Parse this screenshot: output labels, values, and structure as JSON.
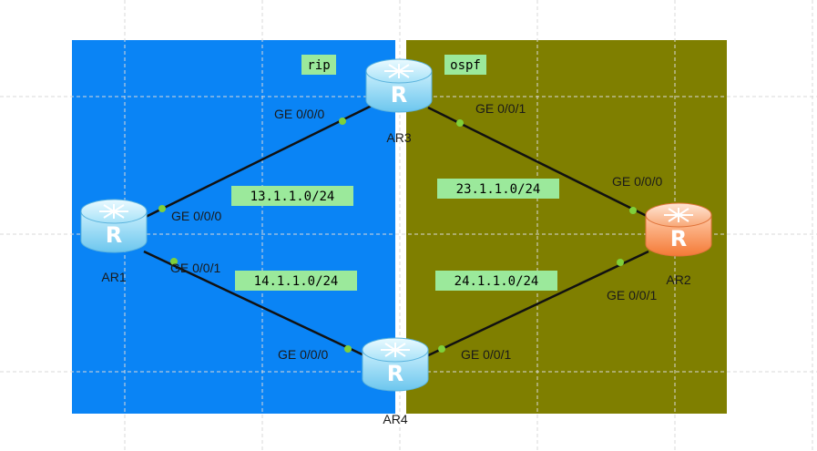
{
  "colors": {
    "rip_area": "#0a84f5",
    "ospf_area": "#7f7f00",
    "label_bg": "#9be99b",
    "router_blue": "#8fd6f5",
    "router_orange": "#f5894a",
    "port_dot": "#7fd03a",
    "link": "#111111"
  },
  "areas": {
    "rip": "rip",
    "ospf": "ospf"
  },
  "routers": {
    "ar1": {
      "name": "AR1",
      "icon": "router-icon"
    },
    "ar2": {
      "name": "AR2",
      "icon": "router-icon"
    },
    "ar3": {
      "name": "AR3",
      "icon": "router-icon"
    },
    "ar4": {
      "name": "AR4",
      "icon": "router-icon"
    }
  },
  "links": {
    "ar1_ar3": {
      "subnet": "13.1.1.0/24",
      "a_port": "GE 0/0/0",
      "b_port": "GE 0/0/0"
    },
    "ar3_ar2": {
      "subnet": "23.1.1.0/24",
      "a_port": "GE 0/0/1",
      "b_port": "GE 0/0/0"
    },
    "ar1_ar4": {
      "subnet": "14.1.1.0/24",
      "a_port": "GE 0/0/1",
      "b_port": "GE 0/0/0"
    },
    "ar4_ar2": {
      "subnet": "24.1.1.0/24",
      "a_port": "GE 0/0/1",
      "b_port": "GE 0/0/1"
    }
  }
}
